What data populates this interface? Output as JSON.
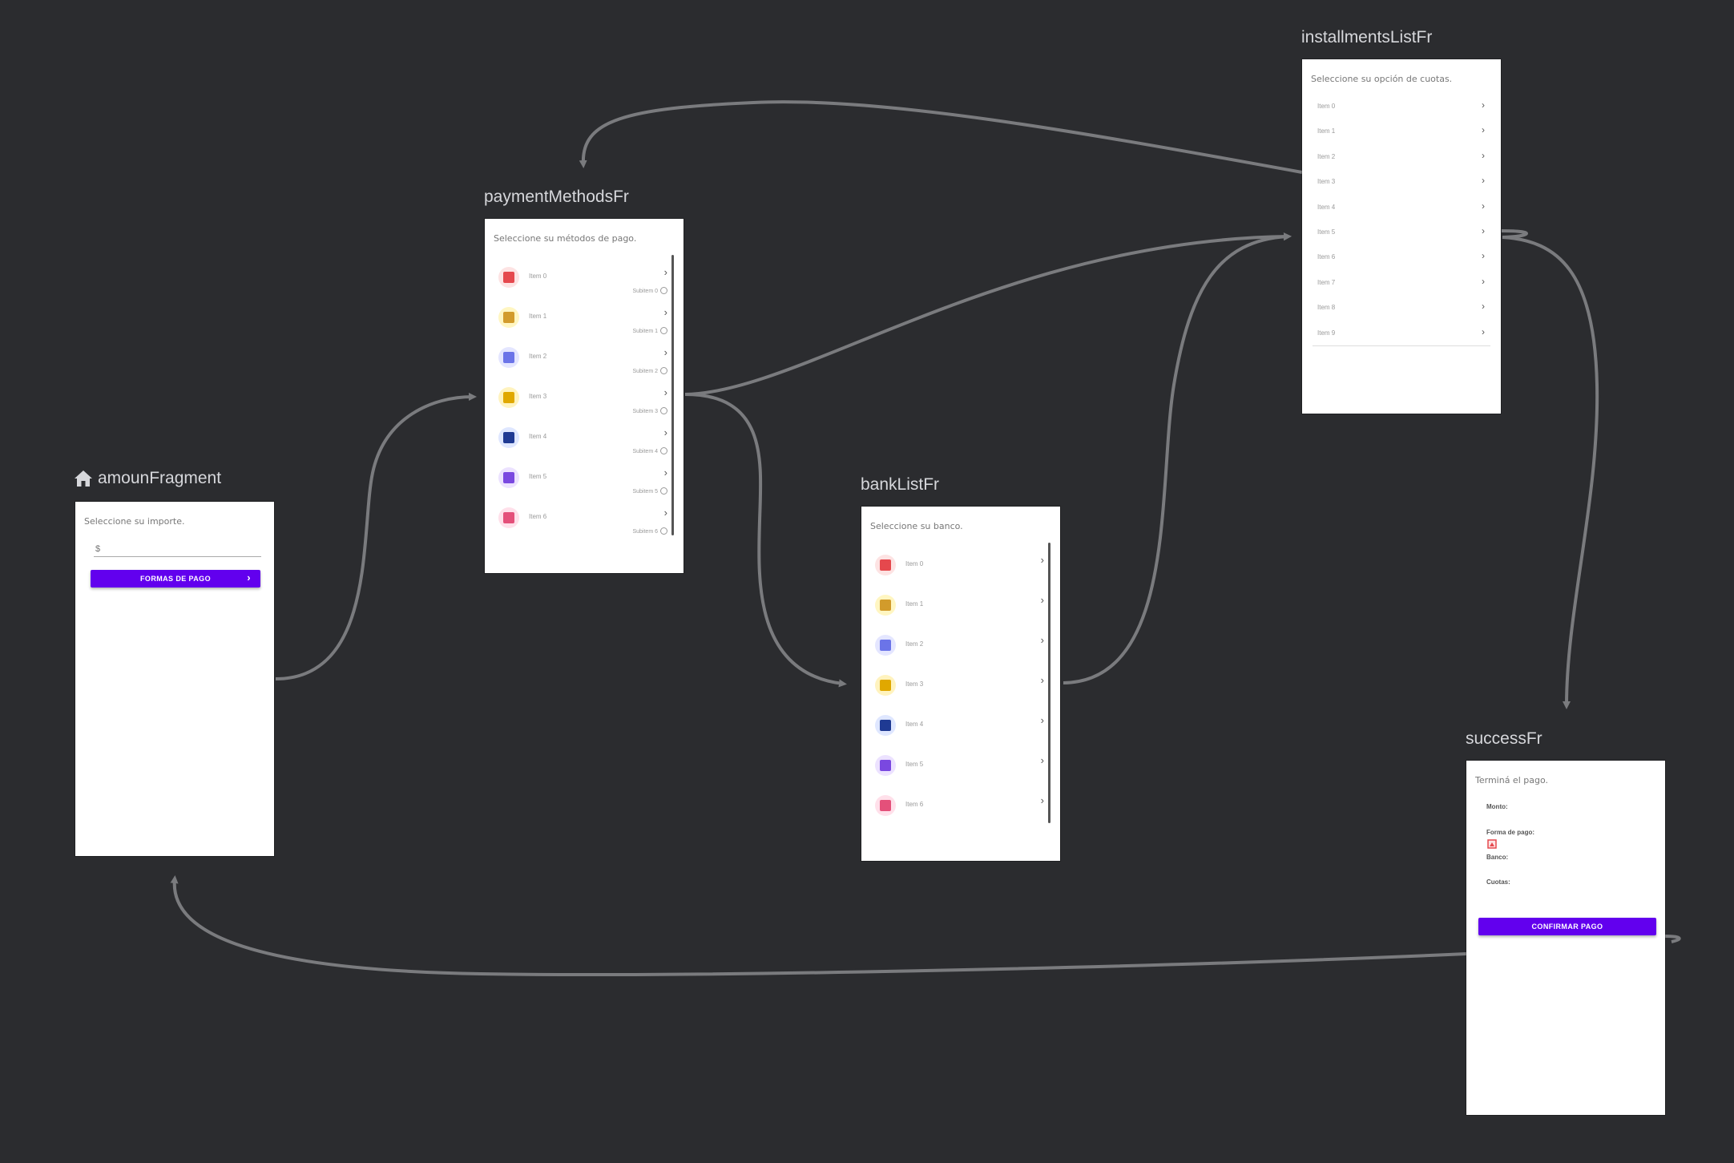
{
  "colors": {
    "canvas": "#2b2c2f",
    "arrow": "#7a7b7e",
    "accent": "#6200ee",
    "screen_title": "#d6d7db"
  },
  "screens": {
    "amount": {
      "title": "amounFragment",
      "start_icon": "home-icon",
      "subtitle": "Seleccione su importe.",
      "input_placeholder": "$",
      "button_label": "FORMAS DE PAGO",
      "button_icon": "chevron-right-icon"
    },
    "payment_methods": {
      "title": "paymentMethodsFr",
      "subtitle": "Seleccione su métodos de pago.",
      "items": [
        {
          "label": "Item 0",
          "sub": "Subitem 0",
          "icon": "avatar-red-icon",
          "bg": "#fde3e3",
          "fg": "#e5484d"
        },
        {
          "label": "Item 1",
          "sub": "Subitem 1",
          "icon": "avatar-yellow-icon",
          "bg": "#fff6c2",
          "fg": "#d29b2b"
        },
        {
          "label": "Item 2",
          "sub": "Subitem 2",
          "icon": "avatar-blue-icon",
          "bg": "#e4e6ff",
          "fg": "#6b74e8"
        },
        {
          "label": "Item 3",
          "sub": "Subitem 3",
          "icon": "avatar-gold-icon",
          "bg": "#fff3bf",
          "fg": "#e0a800"
        },
        {
          "label": "Item 4",
          "sub": "Subitem 4",
          "icon": "avatar-navy-icon",
          "bg": "#dfe7ff",
          "fg": "#1f3a93"
        },
        {
          "label": "Item 5",
          "sub": "Subitem 5",
          "icon": "avatar-purple-icon",
          "bg": "#ece2ff",
          "fg": "#7a48e0"
        },
        {
          "label": "Item 6",
          "sub": "Subitem 6",
          "icon": "avatar-pink-icon",
          "bg": "#ffe0ea",
          "fg": "#e4507a"
        }
      ]
    },
    "bank_list": {
      "title": "bankListFr",
      "subtitle": "Seleccione su banco.",
      "items": [
        {
          "label": "Item 0",
          "icon": "avatar-red-icon",
          "bg": "#fde3e3",
          "fg": "#e5484d"
        },
        {
          "label": "Item 1",
          "icon": "avatar-yellow-icon",
          "bg": "#fff6c2",
          "fg": "#d29b2b"
        },
        {
          "label": "Item 2",
          "icon": "avatar-blue-icon",
          "bg": "#e4e6ff",
          "fg": "#6b74e8"
        },
        {
          "label": "Item 3",
          "icon": "avatar-gold-icon",
          "bg": "#fff3bf",
          "fg": "#e0a800"
        },
        {
          "label": "Item 4",
          "icon": "avatar-navy-icon",
          "bg": "#dfe7ff",
          "fg": "#1f3a93"
        },
        {
          "label": "Item 5",
          "icon": "avatar-purple-icon",
          "bg": "#ece2ff",
          "fg": "#7a48e0"
        },
        {
          "label": "Item 6",
          "icon": "avatar-pink-icon",
          "bg": "#ffe0ea",
          "fg": "#e4507a"
        }
      ]
    },
    "installments": {
      "title": "installmentsListFr",
      "subtitle": "Seleccione su opción de cuotas.",
      "items": [
        "Item 0",
        "Item 1",
        "Item 2",
        "Item 3",
        "Item 4",
        "Item 5",
        "Item 6",
        "Item 7",
        "Item 8",
        "Item 9"
      ]
    },
    "success": {
      "title": "successFr",
      "subtitle": "Terminá el pago.",
      "labels": {
        "amount": "Monto:",
        "payment_method": "Forma de pago:",
        "bank": "Banco:",
        "installments": "Cuotas:"
      },
      "button_label": "CONFIRMAR PAGO"
    }
  }
}
